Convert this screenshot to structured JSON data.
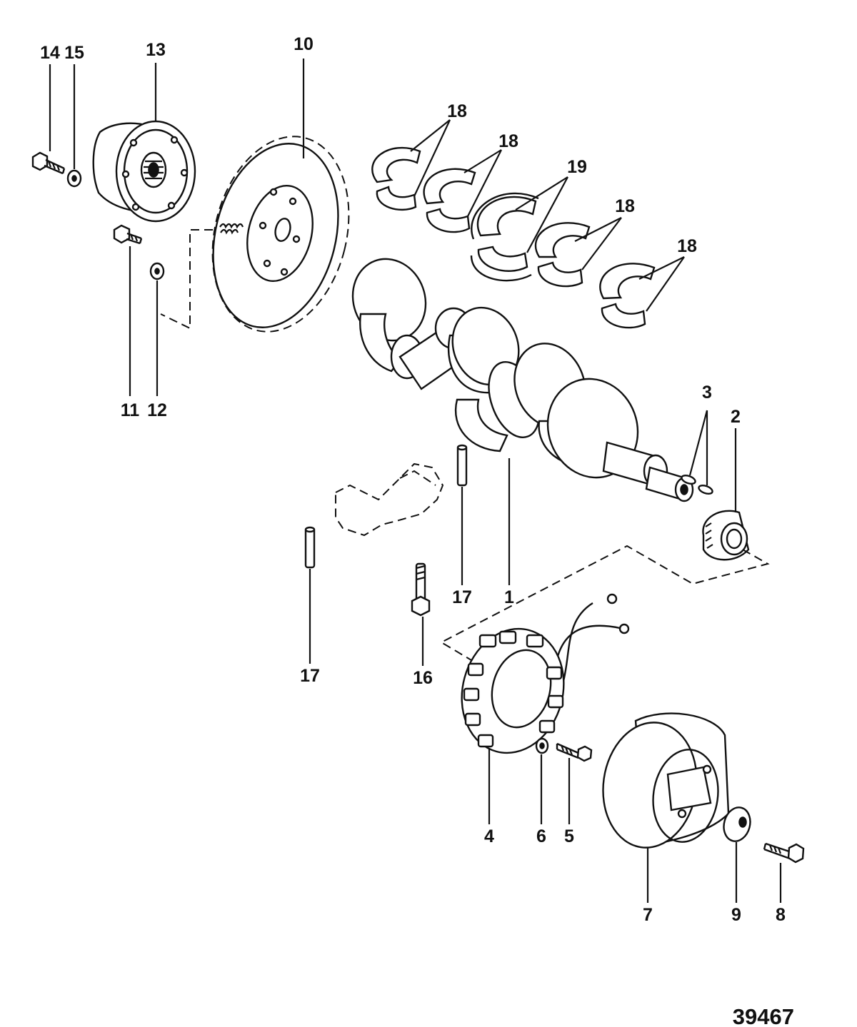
{
  "figure_number": "39467",
  "parts": [
    {
      "id": "p1",
      "label": "1"
    },
    {
      "id": "p2",
      "label": "2"
    },
    {
      "id": "p3",
      "label": "3"
    },
    {
      "id": "p4",
      "label": "4"
    },
    {
      "id": "p5",
      "label": "5"
    },
    {
      "id": "p6",
      "label": "6"
    },
    {
      "id": "p7",
      "label": "7"
    },
    {
      "id": "p8",
      "label": "8"
    },
    {
      "id": "p9",
      "label": "9"
    },
    {
      "id": "p10",
      "label": "10"
    },
    {
      "id": "p11",
      "label": "11"
    },
    {
      "id": "p12",
      "label": "12"
    },
    {
      "id": "p13",
      "label": "13"
    },
    {
      "id": "p14",
      "label": "14"
    },
    {
      "id": "p15",
      "label": "15"
    },
    {
      "id": "p16",
      "label": "16"
    },
    {
      "id": "p17a",
      "label": "17"
    },
    {
      "id": "p17b",
      "label": "17"
    },
    {
      "id": "p18a",
      "label": "18"
    },
    {
      "id": "p18b",
      "label": "18"
    },
    {
      "id": "p18c",
      "label": "18"
    },
    {
      "id": "p18d",
      "label": "18"
    },
    {
      "id": "p19",
      "label": "19"
    }
  ]
}
